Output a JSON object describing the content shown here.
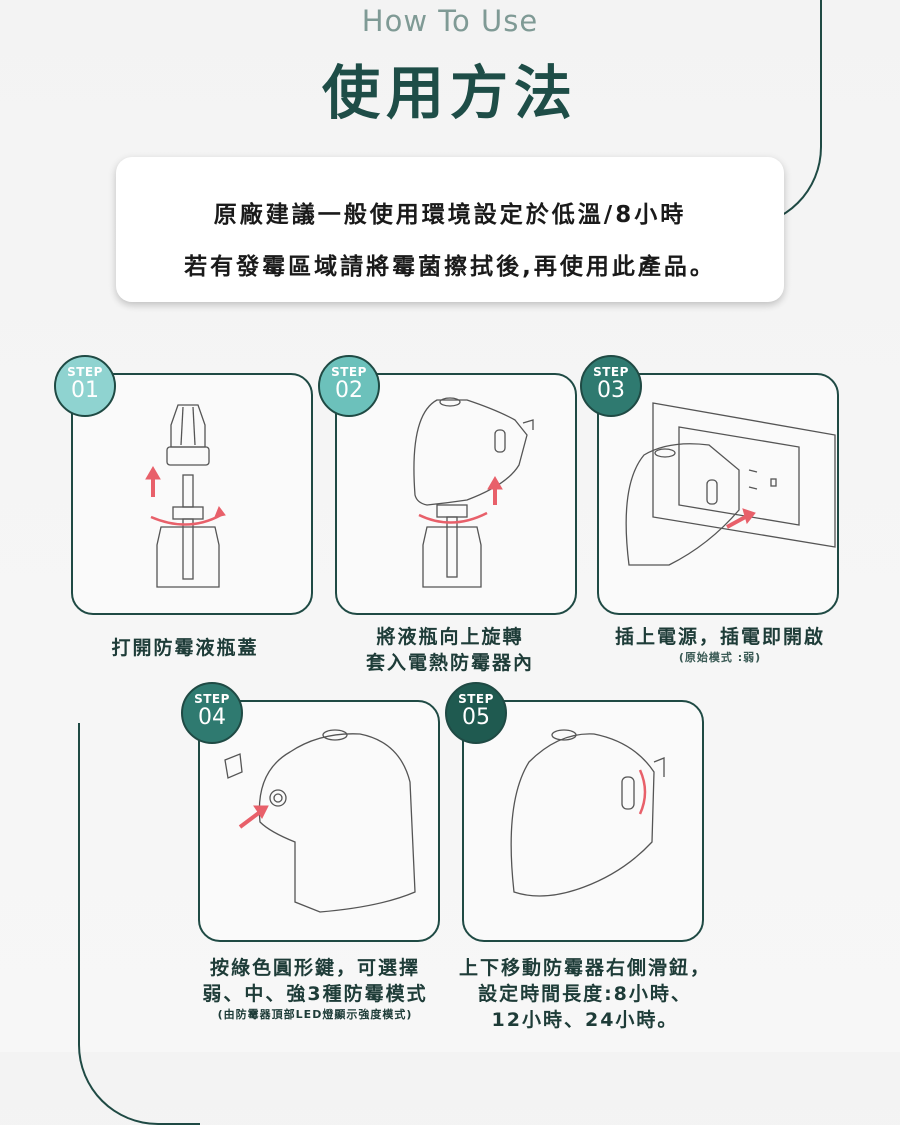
{
  "header": {
    "subtitle": "How To Use",
    "title": "使用方法"
  },
  "notice": {
    "line1": "原廠建議一般使用環境設定於低溫/8小時",
    "line2": "若有發霉區域請將霉菌擦拭後,再使用此產品。"
  },
  "colors": {
    "primary_dark": "#1f4a44",
    "step01": "#8fd3d0",
    "step02": "#6cc1bb",
    "step03": "#2f7a70",
    "step04": "#2f7a70",
    "step05": "#1f5a50",
    "arrow": "#e8606a"
  },
  "steps": [
    {
      "label": "STEP",
      "number": "01",
      "caption_lines": [
        "打開防霉液瓶蓋"
      ],
      "note": "",
      "illustration": "bottle-cap-removal"
    },
    {
      "label": "STEP",
      "number": "02",
      "caption_lines": [
        "將液瓶向上旋轉",
        "套入電熱防霉器內"
      ],
      "note": "",
      "illustration": "attach-bottle-to-device"
    },
    {
      "label": "STEP",
      "number": "03",
      "caption_lines": [
        "插上電源，插電即開啟"
      ],
      "note": "(原始模式 :弱)",
      "illustration": "plug-into-outlet"
    },
    {
      "label": "STEP",
      "number": "04",
      "caption_lines": [
        "按綠色圓形鍵，可選擇",
        "弱、中、強3種防霉模式"
      ],
      "note": "(由防霉器頂部LED燈顯示強度模式)",
      "illustration": "press-mode-button"
    },
    {
      "label": "STEP",
      "number": "05",
      "caption_lines": [
        "上下移動防霉器右側滑鈕，",
        "設定時間長度:8小時、",
        "12小時、24小時。"
      ],
      "note": "",
      "illustration": "move-timer-slider"
    }
  ]
}
